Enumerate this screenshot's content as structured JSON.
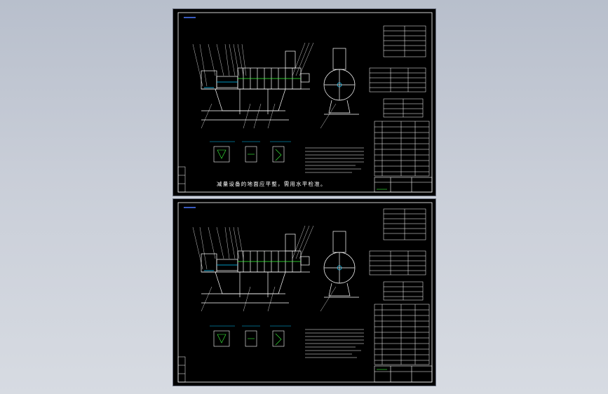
{
  "sheets": [
    {
      "id": "top",
      "caption": "减量设备的地面应平整，需用水平检准。"
    },
    {
      "id": "bottom",
      "caption": ""
    }
  ],
  "colors": {
    "background_top": "#b8bfcc",
    "sheet": "#000000",
    "frame": "#ffffff",
    "machine": "#ffffff",
    "accent_cyan": "#00c8ff",
    "accent_green": "#3cff3c",
    "accent_blue": "#4a78ff"
  }
}
